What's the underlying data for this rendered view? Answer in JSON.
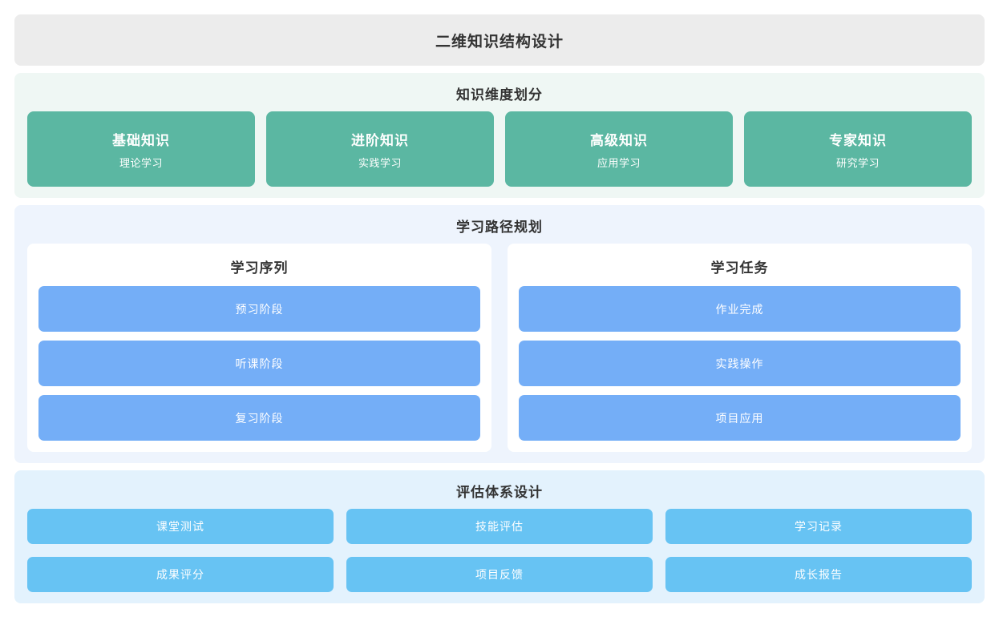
{
  "page": {
    "title": "二维知识结构设计",
    "colors": {
      "title_bar_bg": "#ececec",
      "dimension_section_bg": "#eff7f4",
      "dimension_card_bg": "#5bb7a2",
      "path_section_bg": "#eef4fd",
      "path_panel_bg": "#ffffff",
      "path_item_bg": "#74aef7",
      "eval_section_bg": "#e3f2fd",
      "eval_card_bg": "#67c3f3",
      "text_dark": "#333333",
      "text_light": "#ffffff"
    }
  },
  "dimension_section": {
    "heading": "知识维度划分",
    "cards": [
      {
        "title": "基础知识",
        "subtitle": "理论学习"
      },
      {
        "title": "进阶知识",
        "subtitle": "实践学习"
      },
      {
        "title": "高级知识",
        "subtitle": "应用学习"
      },
      {
        "title": "专家知识",
        "subtitle": "研究学习"
      }
    ]
  },
  "path_section": {
    "heading": "学习路径规划",
    "panels": [
      {
        "heading": "学习序列",
        "items": [
          {
            "label": "预习阶段"
          },
          {
            "label": "听课阶段"
          },
          {
            "label": "复习阶段"
          }
        ]
      },
      {
        "heading": "学习任务",
        "items": [
          {
            "label": "作业完成"
          },
          {
            "label": "实践操作"
          },
          {
            "label": "项目应用"
          }
        ]
      }
    ]
  },
  "eval_section": {
    "heading": "评估体系设计",
    "cards": [
      {
        "label": "课堂测试"
      },
      {
        "label": "技能评估"
      },
      {
        "label": "学习记录"
      },
      {
        "label": "成果评分"
      },
      {
        "label": "项目反馈"
      },
      {
        "label": "成长报告"
      }
    ]
  }
}
